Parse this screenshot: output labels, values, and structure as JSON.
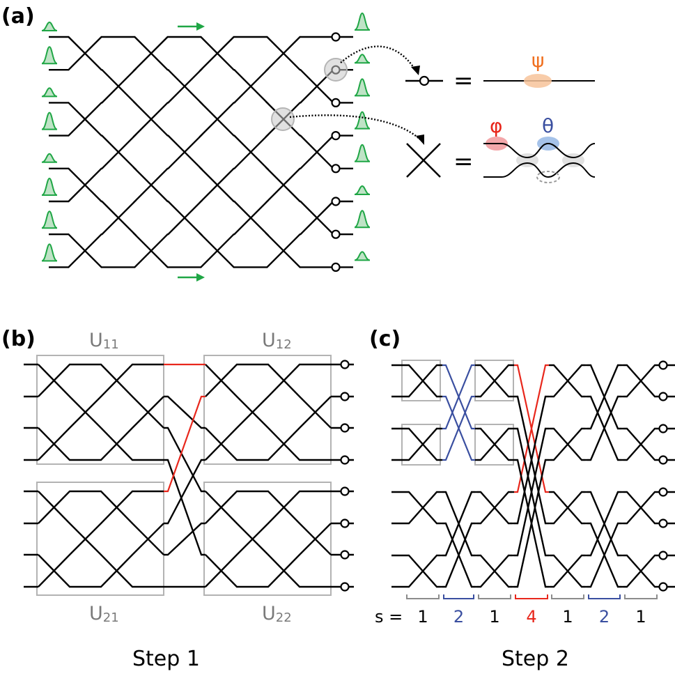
{
  "panels": {
    "a": {
      "label": "(a)",
      "modes": 8,
      "input_pulse_amplitudes": [
        "small",
        "large",
        "small",
        "large",
        "small",
        "large",
        "large",
        "large"
      ],
      "output_pulse_amplitudes": [
        "large",
        "small",
        "large",
        "large",
        "large",
        "small",
        "large",
        "small"
      ],
      "legend": {
        "phase_shifter_symbol": "ψ",
        "mzi_outer_phase_symbol": "φ",
        "mzi_inner_phase_symbol": "θ",
        "equals": "="
      },
      "colors": {
        "pulse": "#1fa645",
        "psi": "#f07020",
        "phi": "#e8271c",
        "theta": "#3a4fa0"
      }
    },
    "b": {
      "label": "(b)",
      "blocks": [
        {
          "name": "U",
          "sub": "11"
        },
        {
          "name": "U",
          "sub": "12"
        },
        {
          "name": "U",
          "sub": "21"
        },
        {
          "name": "U",
          "sub": "22"
        }
      ]
    },
    "c": {
      "label": "(c)",
      "strides_prefix": "s =",
      "strides": [
        {
          "value": "1",
          "color": "#000000"
        },
        {
          "value": "2",
          "color": "#3a4fa0"
        },
        {
          "value": "1",
          "color": "#000000"
        },
        {
          "value": "4",
          "color": "#e8271c"
        },
        {
          "value": "1",
          "color": "#000000"
        },
        {
          "value": "2",
          "color": "#3a4fa0"
        },
        {
          "value": "1",
          "color": "#000000"
        }
      ]
    }
  },
  "captions": {
    "step1": "Step 1",
    "step2": "Step 2"
  }
}
